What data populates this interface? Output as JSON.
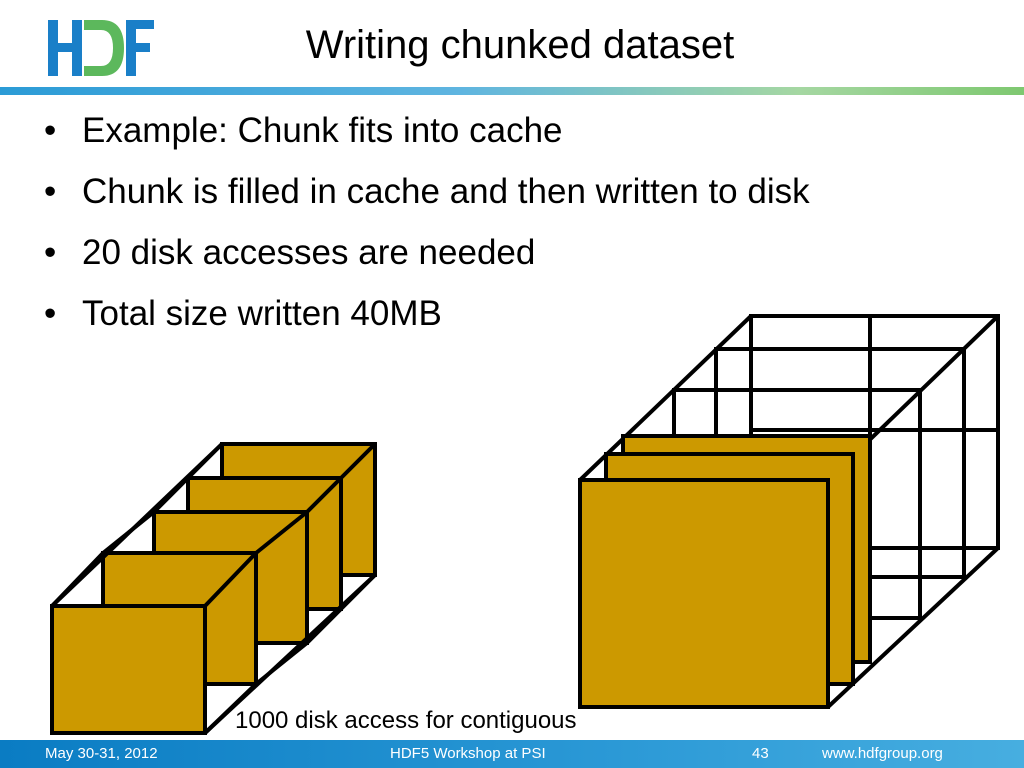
{
  "slide": {
    "title": "Writing chunked dataset",
    "bullets": [
      "Example: Chunk fits into cache",
      "Chunk is filled in cache and then written to disk",
      "20 disk accesses are needed",
      "Total size written 40MB"
    ],
    "caption": "1000 disk access for contiguous",
    "logo_text": "HDF"
  },
  "footer": {
    "date": "May 30-31, 2012",
    "event": "HDF5 Workshop at PSI",
    "page": "43",
    "url": "www.hdfgroup.org"
  },
  "colors": {
    "chunk_fill": "#cc9900",
    "footer_blue": "#1a8fd0",
    "logo_blue": "#1a7fc8",
    "logo_green": "#5cb85c"
  }
}
